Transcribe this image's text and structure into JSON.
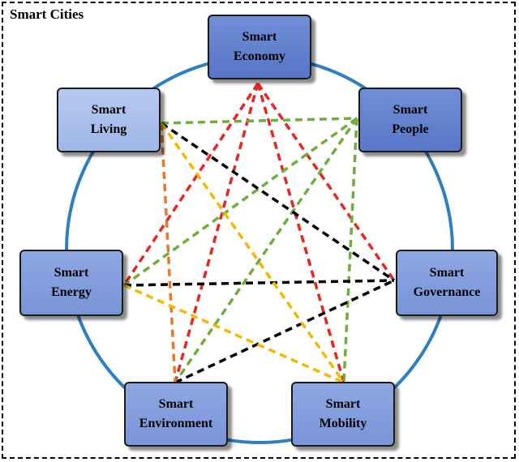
{
  "title": "Smart Cities",
  "nodes": {
    "economy": [
      "Smart",
      "Economy"
    ],
    "people": [
      "Smart",
      "People"
    ],
    "governance": [
      "Smart",
      "Governance"
    ],
    "mobility": [
      "Smart",
      "Mobility"
    ],
    "environment": [
      "Smart",
      "Environment"
    ],
    "energy": [
      "Smart",
      "Energy"
    ],
    "living": [
      "Smart",
      "Living"
    ]
  },
  "colors": {
    "ring": "#2d7fc1",
    "red": "#e8261f",
    "green": "#6fae3b",
    "black": "#000000",
    "orange": "#e8782a",
    "yellow": "#f5b800"
  },
  "connections": [
    {
      "from": "economy",
      "to": "energy",
      "color": "red"
    },
    {
      "from": "economy",
      "to": "environment",
      "color": "red"
    },
    {
      "from": "economy",
      "to": "mobility",
      "color": "red"
    },
    {
      "from": "economy",
      "to": "governance",
      "color": "red"
    },
    {
      "from": "living",
      "to": "people",
      "color": "green"
    },
    {
      "from": "people",
      "to": "energy",
      "color": "green"
    },
    {
      "from": "people",
      "to": "environment",
      "color": "green"
    },
    {
      "from": "people",
      "to": "mobility",
      "color": "green"
    },
    {
      "from": "living",
      "to": "governance",
      "color": "black"
    },
    {
      "from": "energy",
      "to": "governance",
      "color": "black"
    },
    {
      "from": "environment",
      "to": "governance",
      "color": "black"
    },
    {
      "from": "living",
      "to": "environment",
      "color": "orange"
    },
    {
      "from": "living",
      "to": "mobility",
      "color": "yellow"
    },
    {
      "from": "energy",
      "to": "mobility",
      "color": "yellow"
    }
  ]
}
